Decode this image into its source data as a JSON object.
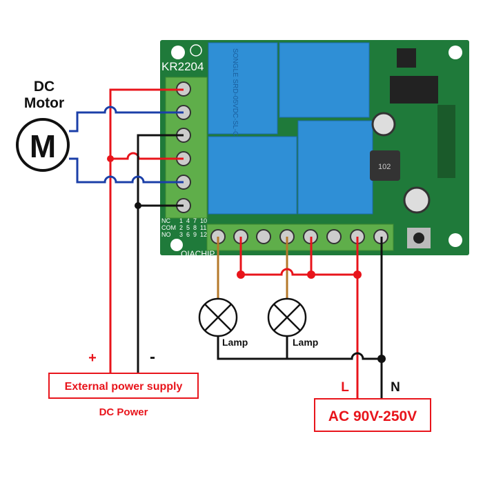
{
  "board": {
    "model": "KR2204",
    "brand": "QIACHIP",
    "relay_label": "SONGLE SRD-05VDC-SL-C",
    "pin_table": {
      "rows": [
        {
          "label": "NC",
          "pins": [
            "1",
            "4",
            "7",
            "10"
          ]
        },
        {
          "label": "COM",
          "pins": [
            "2",
            "5",
            "8",
            "11"
          ]
        },
        {
          "label": "NO",
          "pins": [
            "3",
            "6",
            "9",
            "12"
          ]
        }
      ]
    },
    "inductor": "102"
  },
  "motor": {
    "title_line1": "DC",
    "title_line2": "Motor",
    "symbol": "M"
  },
  "lamps": [
    {
      "label": "Lamp"
    },
    {
      "label": "Lamp"
    }
  ],
  "dc_supply": {
    "plus": "+",
    "minus": "-",
    "box_label": "External power supply",
    "caption": "DC Power"
  },
  "ac_supply": {
    "L": "L",
    "N": "N",
    "box_label": "AC 90V-250V"
  },
  "colors": {
    "red": "#e8141b",
    "blue": "#1b3fa8",
    "black": "#111111",
    "brown": "#b5782a",
    "board": "#1f7a3a",
    "relay": "#2f8fd6",
    "terminal": "#5fae4a"
  }
}
